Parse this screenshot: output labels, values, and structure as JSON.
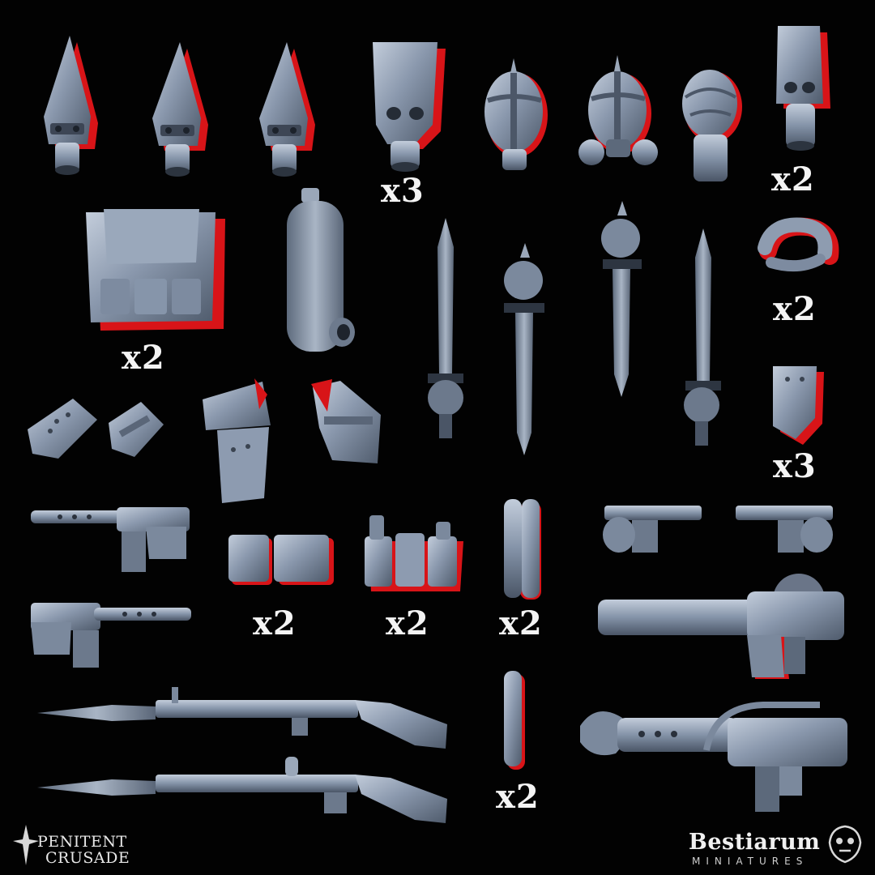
{
  "colors": {
    "background": "#020202",
    "resin": "#8a98ad",
    "resin_light": "#b9c4d3",
    "resin_dark": "#4f5b6c",
    "shadow_rim": "#e0161b",
    "label": "#f4f4f4"
  },
  "quantities": {
    "helmet_skull": "x3",
    "helmet_hood": "x2",
    "backpack": "x2",
    "hose": "x2",
    "plate": "x3",
    "pouch_pair": "x2",
    "pouch_belt": "x2",
    "grenade_pair": "x2",
    "grenade_single": "x2"
  },
  "parts": [
    {
      "name": "gasmask-spike-helmet",
      "icon": "spike-helmet-icon"
    },
    {
      "name": "gasmask-skull-helmet",
      "icon": "skull-helmet-icon"
    },
    {
      "name": "caged-helmet",
      "icon": "cage-helmet-icon"
    },
    {
      "name": "hood-gasmask",
      "icon": "hood-icon"
    },
    {
      "name": "backpack",
      "icon": "backpack-icon"
    },
    {
      "name": "tank-canister",
      "icon": "canister-icon"
    },
    {
      "name": "sword-with-hand",
      "icon": "sword-icon"
    },
    {
      "name": "hose",
      "icon": "hose-icon"
    },
    {
      "name": "shoulder-pad",
      "icon": "pauldron-icon"
    },
    {
      "name": "armour-plate",
      "icon": "plate-icon"
    },
    {
      "name": "submachine-gun",
      "icon": "smg-icon"
    },
    {
      "name": "ammo-pouch",
      "icon": "pouch-icon"
    },
    {
      "name": "stick-grenade",
      "icon": "grenade-icon"
    },
    {
      "name": "heavy-flamer",
      "icon": "flamer-icon"
    },
    {
      "name": "bayonet-rifle",
      "icon": "rifle-icon"
    }
  ],
  "branding": {
    "left_line1": "PENITENT",
    "left_line2": "CRUSADE",
    "right_line1": "Bestiarum",
    "right_line2": "MINIATURES"
  }
}
